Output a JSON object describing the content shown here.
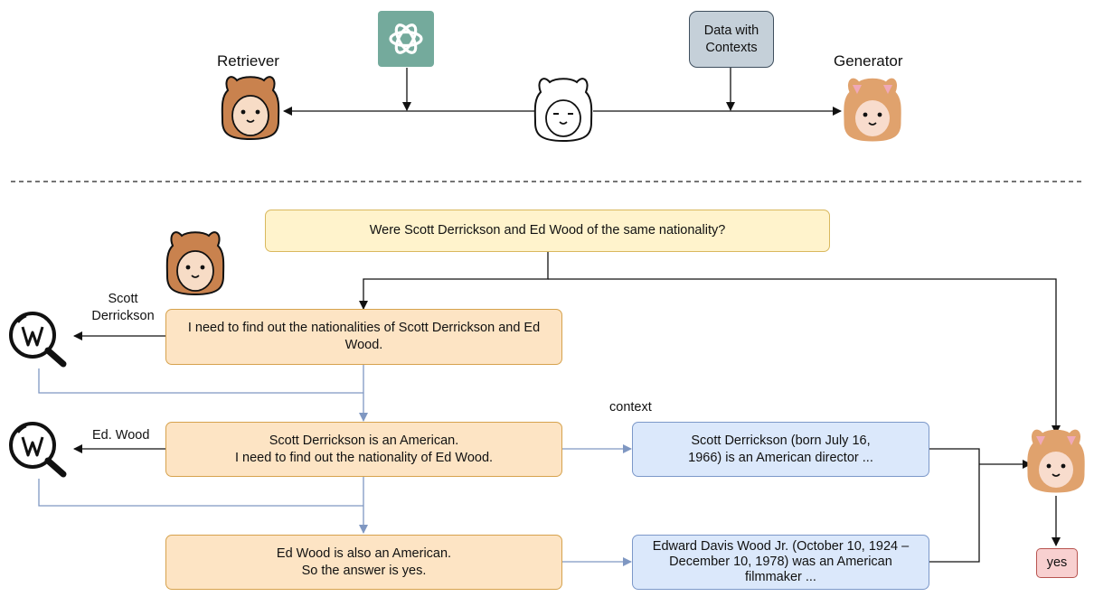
{
  "top": {
    "retriever_label": "Retriever",
    "generator_label": "Generator",
    "data_box": "Data with\nContexts",
    "icons": [
      "chatgpt-logo-icon",
      "llama-retriever-icon",
      "llama-base-icon",
      "llama-generator-icon"
    ]
  },
  "flow": {
    "question": "Were Scott Derrickson and Ed Wood of the same nationality?",
    "steps": [
      "I need to find out the nationalities of Scott Derrickson and Ed\nWood.",
      "Scott Derrickson is an American.\nI need to find out the nationality of Ed Wood.",
      "Ed Wood is also an American.\nSo the answer is yes."
    ],
    "queries": [
      "Scott\nDerrickson",
      "Ed. Wood"
    ],
    "context_label": "context",
    "contexts": [
      "Scott Derrickson (born July 16,\n1966) is an American director ...",
      "Edward Davis Wood Jr. (October 10, 1924 –\nDecember 10, 1978) was an American\nfilmmaker ..."
    ],
    "answer": "yes",
    "icons": [
      "wikipedia-search-icon",
      "llama-retriever-icon",
      "llama-generator-icon"
    ]
  },
  "colors": {
    "question_fill": "#fff3cc",
    "step_fill": "#fde4c4",
    "context_fill": "#dbe8fb",
    "answer_fill": "#f8d0d0",
    "feedback_line": "#7f97c2",
    "chatgpt_green": "#74aa9c",
    "llama_brown": "#c9824e"
  }
}
